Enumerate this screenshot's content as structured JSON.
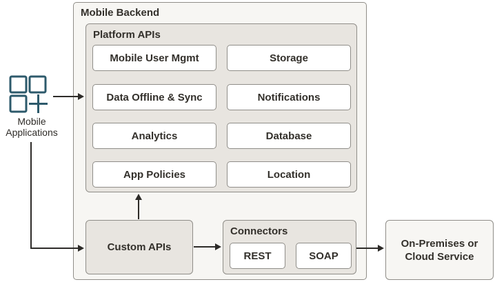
{
  "mobile_backend": {
    "title": "Mobile Backend"
  },
  "platform_apis": {
    "title": "Platform APIs",
    "boxes": [
      "Mobile User Mgmt",
      "Storage",
      "Data Offline & Sync",
      "Notifications",
      "Analytics",
      "Database",
      "App Policies",
      "Location"
    ]
  },
  "custom_apis": {
    "label": "Custom APIs"
  },
  "connectors": {
    "title": "Connectors",
    "boxes": [
      "REST",
      "SOAP"
    ]
  },
  "on_premises": {
    "line1": "On-Premises or",
    "line2": "Cloud Service"
  },
  "mobile_applications": {
    "line1": "Mobile",
    "line2": "Applications",
    "icon": "mobile-apps-icon"
  },
  "colors": {
    "outer_fill": "#f7f6f3",
    "panel_fill": "#e8e5e0",
    "box_fill": "#ffffff",
    "border": "#8f8d88",
    "text": "#33302b",
    "arrow": "#2d2b28",
    "icon_teal": "#2d5a6b"
  }
}
